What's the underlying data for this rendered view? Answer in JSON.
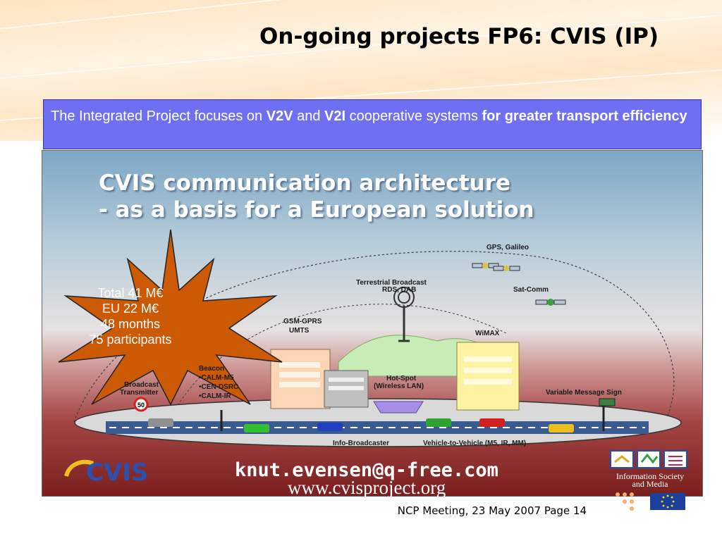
{
  "slide": {
    "title": "On-going projects FP6: CVIS (IP)"
  },
  "intro": {
    "p1": "The Integrated Project focuses on ",
    "b1": "V2V",
    "p2": " and ",
    "b2": "V2I",
    "p3": " cooperative systems ",
    "b3": "for greater transport efficiency"
  },
  "figure": {
    "heading_line1": "CVIS communication architecture",
    "heading_line2": "- as a basis for a European solution",
    "labels": {
      "gps": "GPS, Galileo",
      "terrestrial": "Terrestrial Broadcast",
      "rds": "RDS, DAB",
      "satcomm": "Sat-Comm",
      "gsm": "GSM-GPRS",
      "umts": "UMTS",
      "wimax": "WiMAX",
      "beacon": "Beacon",
      "beacon_item1": "•CALM-M5",
      "beacon_item2": "•CEN-DSRC",
      "beacon_item3": "•CALM-IR",
      "broadcast_tx1": "Broadcast",
      "broadcast_tx2": "Transmitter",
      "hotspot1": "Hot-Spot",
      "hotspot2": "(Wireless LAN)",
      "vms": "Variable Message Sign",
      "speed_sign": "50",
      "info_broadcaster": "Info-Broadcaster",
      "v2v": "Vehicle-to-Vehicle (M5, IR, MM)"
    },
    "star": {
      "line1": "Total 41 M€",
      "line2": "EU 22 M€",
      "line3": "48 months",
      "line4": "75 participants"
    },
    "email": "knut.evensen@q-free.com",
    "website": "www.cvisproject.org",
    "cvis_logo": "CVIS",
    "is_logo_line1": "Information Society",
    "is_logo_line2": "and Media"
  },
  "footer": {
    "text": "NCP Meeting, 23 May 2007 Page 14"
  },
  "colors": {
    "intro_box": "#6f6ff4",
    "star": "#cc5a05",
    "road": "#3a5a92"
  }
}
